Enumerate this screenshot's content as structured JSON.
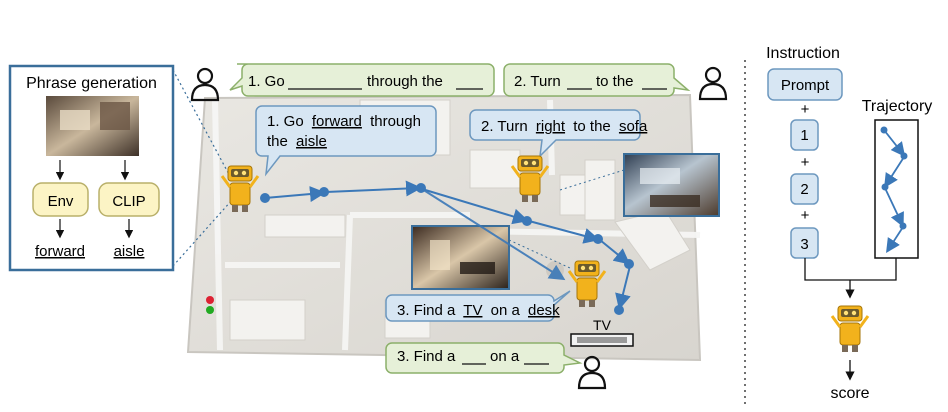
{
  "panel": {
    "title": "Phrase generation",
    "env": "Env",
    "clip": "CLIP",
    "word_env": "forward",
    "word_clip": "aisle"
  },
  "templates": {
    "t1_a": "1. Go",
    "t1_b": "through the",
    "t2_a": "2. Turn",
    "t2_b": "to the",
    "t3_a": "3. Find a",
    "t3_b": "on a"
  },
  "filled": {
    "f1_a": "1. Go",
    "f1_w1": "forward",
    "f1_b": "through",
    "f1_c": "the",
    "f1_w2": "aisle",
    "f2_a": "2. Turn",
    "f2_w1": "right",
    "f2_b": "to the",
    "f2_w2": "sofa",
    "f3_a": "3. Find a",
    "f3_w1": "TV",
    "f3_b": "on a",
    "f3_w2": "desk"
  },
  "scene": {
    "tv_label": "TV"
  },
  "right": {
    "instruction": "Instruction",
    "prompt": "Prompt",
    "plus": "+",
    "n1": "1",
    "n2": "2",
    "n3": "3",
    "trajectory": "Trajectory",
    "score": "score"
  },
  "colors": {
    "panel_border": "#3a6e9a",
    "green_fill": "#e6f0d8",
    "green_border": "#8cb06a",
    "blue_fill": "#d7e6f3",
    "blue_border": "#6d98bf",
    "yellow_fill": "#fcf4c5",
    "yellow_border": "#b9b06a",
    "path": "#3b78b8",
    "robot": "#f2b21c"
  }
}
